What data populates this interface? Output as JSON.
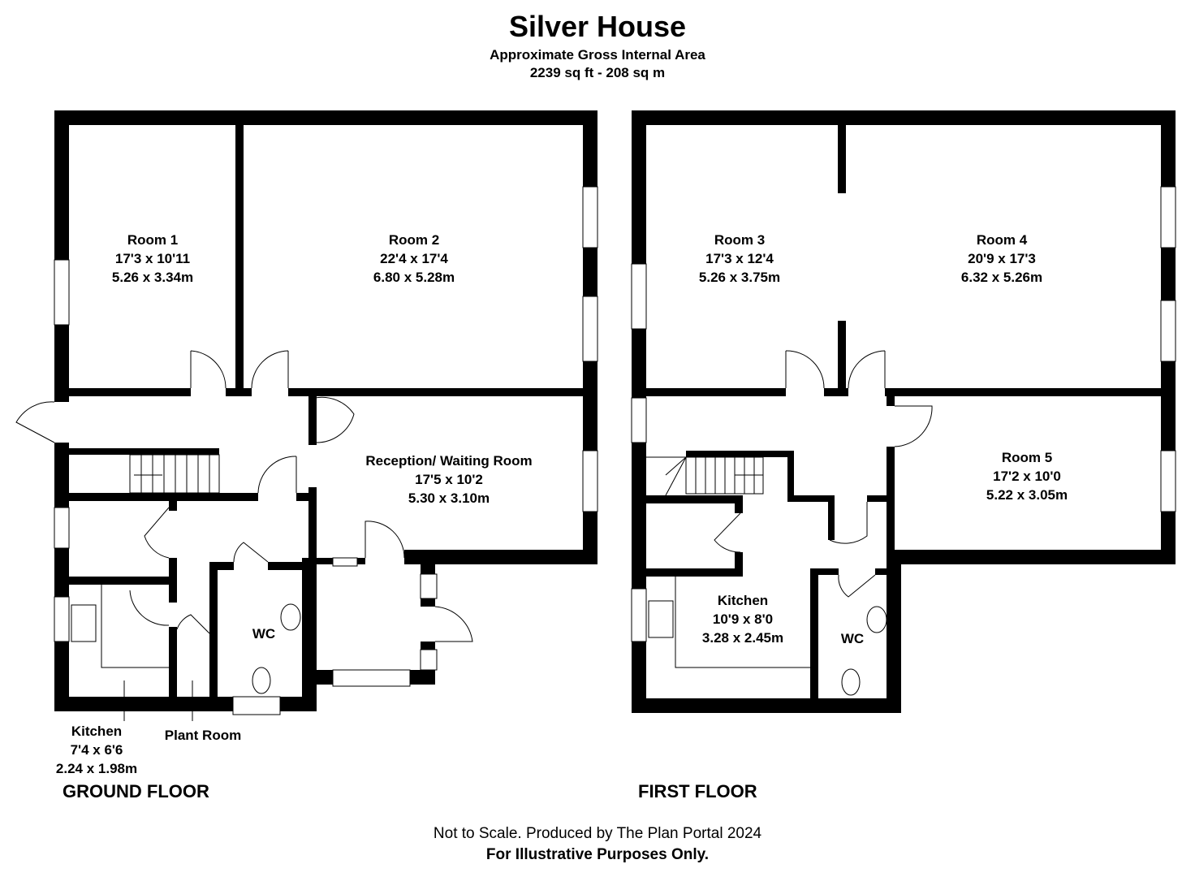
{
  "header": {
    "title": "Silver House",
    "subtitle": "Approximate Gross Internal Area",
    "area": "2239 sq ft - 208 sq m"
  },
  "ground_floor": {
    "label": "GROUND FLOOR",
    "rooms": [
      {
        "name": "Room 1",
        "imperial": "17'3 x 10'11",
        "metric": "5.26 x 3.34m"
      },
      {
        "name": "Room 2",
        "imperial": "22'4 x 17'4",
        "metric": "6.80 x 5.28m"
      },
      {
        "name": "Reception/ Waiting Room",
        "imperial": "17'5 x 10'2",
        "metric": "5.30 x 3.10m"
      },
      {
        "name": "WC"
      },
      {
        "name": "Kitchen",
        "imperial": "7'4 x 6'6",
        "metric": "2.24 x 1.98m"
      },
      {
        "name": "Plant Room"
      }
    ]
  },
  "first_floor": {
    "label": "FIRST FLOOR",
    "rooms": [
      {
        "name": "Room 3",
        "imperial": "17'3 x 12'4",
        "metric": "5.26 x 3.75m"
      },
      {
        "name": "Room 4",
        "imperial": "20'9 x 17'3",
        "metric": "6.32 x 5.26m"
      },
      {
        "name": "Room 5",
        "imperial": "17'2 x 10'0",
        "metric": "5.22 x 3.05m"
      },
      {
        "name": "Kitchen",
        "imperial": "10'9 x 8'0",
        "metric": "3.28 x 2.45m"
      },
      {
        "name": "WC"
      }
    ]
  },
  "footer": {
    "note": "Not to Scale. Produced by The Plan Portal 2024",
    "disclaimer": "For Illustrative Purposes Only."
  }
}
